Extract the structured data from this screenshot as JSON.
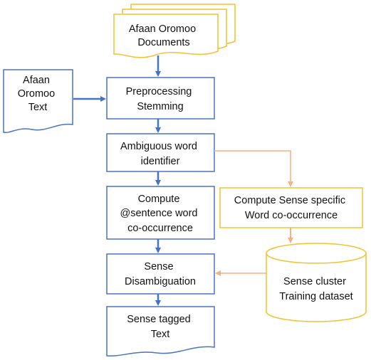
{
  "colors": {
    "blue": "#4a72c4",
    "blue_arrow": "#4472c4",
    "gold": "#f2c230",
    "orange_arrow": "#f4b183",
    "text": "#111111"
  },
  "nodes": {
    "documents": {
      "lines": [
        "Afaan Oromoo",
        "Documents"
      ]
    },
    "input_text": {
      "lines": [
        "Afaan",
        "Oromoo",
        "Text"
      ]
    },
    "preprocessing": {
      "lines": [
        "Preprocessing",
        "Stemming"
      ]
    },
    "ambiguous": {
      "lines": [
        "Ambiguous word",
        "identifier"
      ]
    },
    "compute_sentence": {
      "lines": [
        "Compute",
        "@sentence word",
        "co-occurrence"
      ]
    },
    "compute_sense": {
      "lines": [
        "Compute Sense specific",
        "Word co-occurrence"
      ]
    },
    "disambiguation": {
      "lines": [
        "Sense",
        "Disambiguation"
      ]
    },
    "training_dataset": {
      "lines": [
        "Sense cluster",
        "Training dataset"
      ]
    },
    "tagged_text": {
      "lines": [
        "Sense tagged",
        "Text"
      ]
    }
  }
}
